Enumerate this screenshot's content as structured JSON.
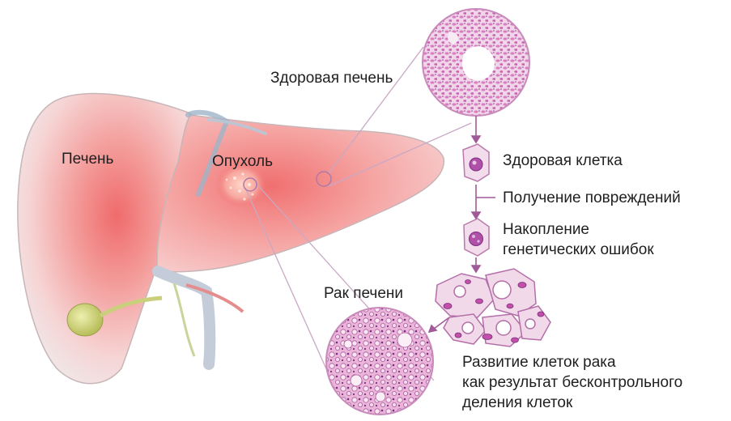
{
  "labels": {
    "liver": "Печень",
    "tumor": "Опухоль",
    "healthy_liver": "Здоровая печень",
    "healthy_cell": "Здоровая клетка",
    "damage": "Получение повреждений",
    "accumulation_line1": "Накопление",
    "accumulation_line2": "генетических ошибок",
    "liver_cancer": "Рак печени",
    "development_line1": "Развитие клеток рака",
    "development_line2": "как результат бесконтрольного",
    "development_line3": "деления клеток"
  },
  "colors": {
    "liver_base": "#f4d6d6",
    "liver_tumor": "#f06a6a",
    "tissue_pink": "#e6a6d6",
    "nucleus_purple": "#8a3a8e",
    "gallbladder": "#d9dd8a",
    "vessel_gray": "#c3ccd8",
    "connector": "#b078a8"
  }
}
